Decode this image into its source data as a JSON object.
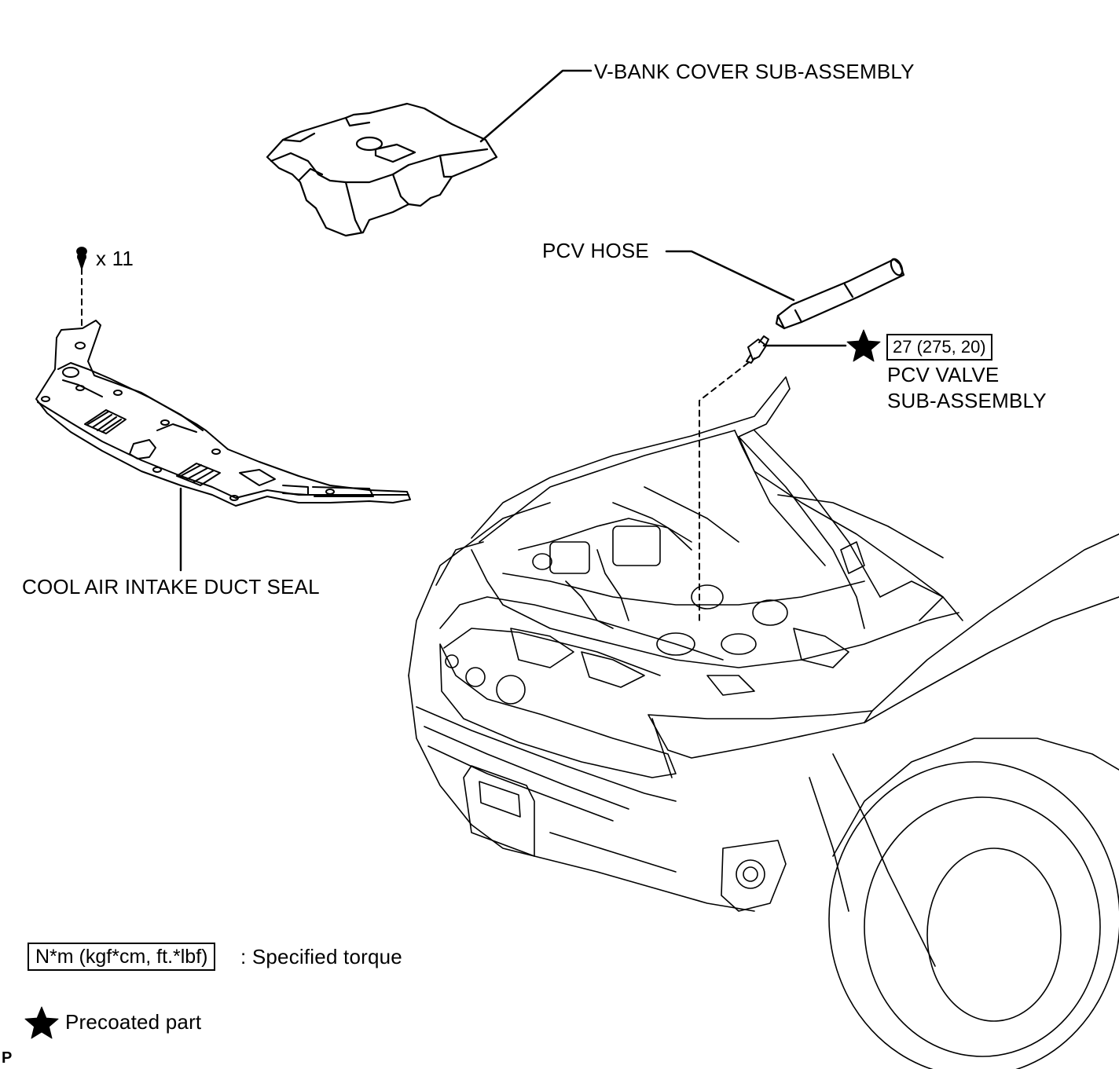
{
  "labels": {
    "v_bank_cover": "V-BANK COVER SUB-ASSEMBLY",
    "pcv_hose": "PCV HOSE",
    "torque_value": "27 (275, 20)",
    "pcv_valve_line1": "PCV VALVE",
    "pcv_valve_line2": "SUB-ASSEMBLY",
    "clip_count": "x 11",
    "cool_air_seal": "COOL AIR INTAKE DUCT SEAL",
    "page_code": "P"
  },
  "legend": {
    "torque_unit": "N*m (kgf*cm, ft.*lbf)",
    "torque_desc": ": Specified torque",
    "precoat_desc": "Precoated part"
  },
  "icons": [
    "precoat-star-icon",
    "clip-icon"
  ],
  "colors": {
    "line": "#000000",
    "background": "#ffffff"
  }
}
